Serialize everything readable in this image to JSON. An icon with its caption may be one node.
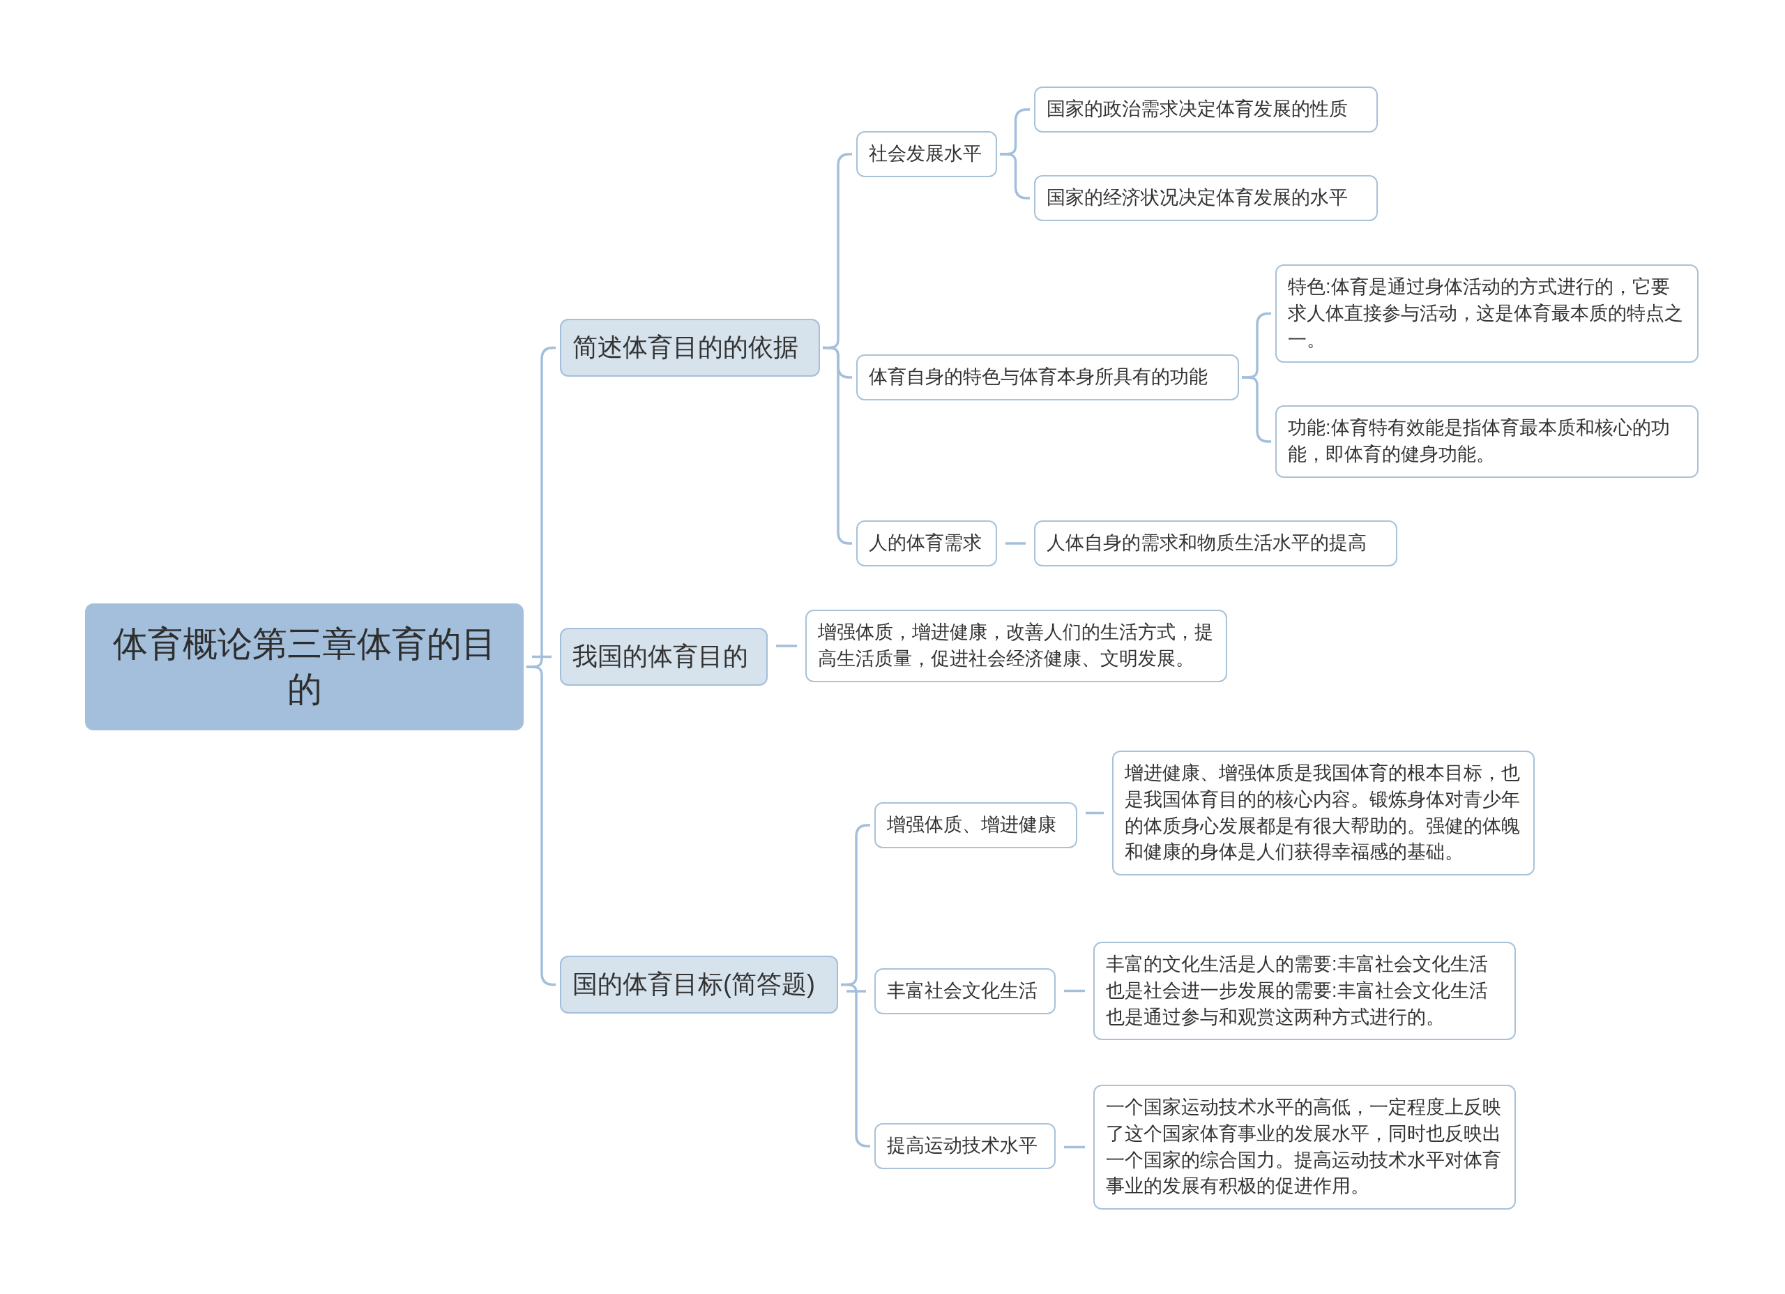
{
  "diagram": {
    "nodes": [
      {
        "text": [
          "体育概论第三章体育的目的"
        ]
      },
      {
        "text": [
          "简述体育目的的依据"
        ]
      },
      {
        "text": [
          "社会发展水平"
        ]
      },
      {
        "text": [
          "国家的政治需求决定体育发展的性质"
        ]
      },
      {
        "text": [
          "国家的经济状况决定体育发展的水平"
        ]
      },
      {
        "text": [
          "体育自身的特色与体育本身所具有的功能"
        ]
      },
      {
        "text": [
          "特色:体育是通过身体活动的方式进行的，它要求人体直接参与活动，这是体育最本质的特点之一。"
        ]
      },
      {
        "text": [
          "功能:体育特有效能是指体育最本质和核心的功能，即体育的健身功能。"
        ]
      },
      {
        "text": [
          "人的体育需求"
        ]
      },
      {
        "text": [
          "人体自身的需求和物质生活水平的提高"
        ]
      },
      {
        "text": [
          "我国的体育目的"
        ]
      },
      {
        "text": [
          "增强体质，增进健康，改善人们的生活方式，提高生活质量，促进社会经济健康、文明发展。"
        ]
      },
      {
        "text": [
          "国的体育目标(简答题)"
        ]
      },
      {
        "text": [
          "增强体质、增进健康"
        ]
      },
      {
        "text": [
          "增进健康、增强体质是我国体育的根本目标，也是我国体育目的的核心内容。锻炼身体对青少年的体质身心发展都是有很大帮助的。强健的体魄和健康的身体是人们获得幸福感的基础。"
        ]
      },
      {
        "text": [
          "丰富社会文化生活"
        ]
      },
      {
        "text": [
          "丰富的文化生活是人的需要:丰富社会文化生活也是社会进一步发展的需要:丰富社会文化生活也是通过参与和观赏这两种方式进行的。"
        ]
      },
      {
        "text": [
          "提高运动技术水平"
        ]
      },
      {
        "text": [
          "一个国家运动技术水平的高低，一定程度上反映了这个国家体育事业的发展水平，同时也反映出一个国家的综合国力。提高运动技术水平对体育事业的发展有积极的促进作用。"
        ]
      }
    ],
    "edges": [
      {
        "from": 0,
        "to": 1,
        "arrow": "none"
      },
      {
        "from": 1,
        "to": 2,
        "arrow": "none"
      },
      {
        "from": 2,
        "to": 3,
        "arrow": "none"
      },
      {
        "from": 2,
        "to": 4,
        "arrow": "none"
      },
      {
        "from": 1,
        "to": 5,
        "arrow": "none"
      },
      {
        "from": 5,
        "to": 6,
        "arrow": "none"
      },
      {
        "from": 5,
        "to": 7,
        "arrow": "none"
      },
      {
        "from": 1,
        "to": 8,
        "arrow": "none"
      },
      {
        "from": 8,
        "to": 9,
        "arrow": "none"
      },
      {
        "from": 0,
        "to": 10,
        "arrow": "none"
      },
      {
        "from": 10,
        "to": 11,
        "arrow": "none"
      },
      {
        "from": 0,
        "to": 12,
        "arrow": "none"
      },
      {
        "from": 12,
        "to": 13,
        "arrow": "none"
      },
      {
        "from": 13,
        "to": 14,
        "arrow": "none"
      },
      {
        "from": 12,
        "to": 15,
        "arrow": "none"
      },
      {
        "from": 15,
        "to": 16,
        "arrow": "none"
      },
      {
        "from": 12,
        "to": 17,
        "arrow": "none"
      },
      {
        "from": 17,
        "to": 18,
        "arrow": "none"
      }
    ]
  }
}
